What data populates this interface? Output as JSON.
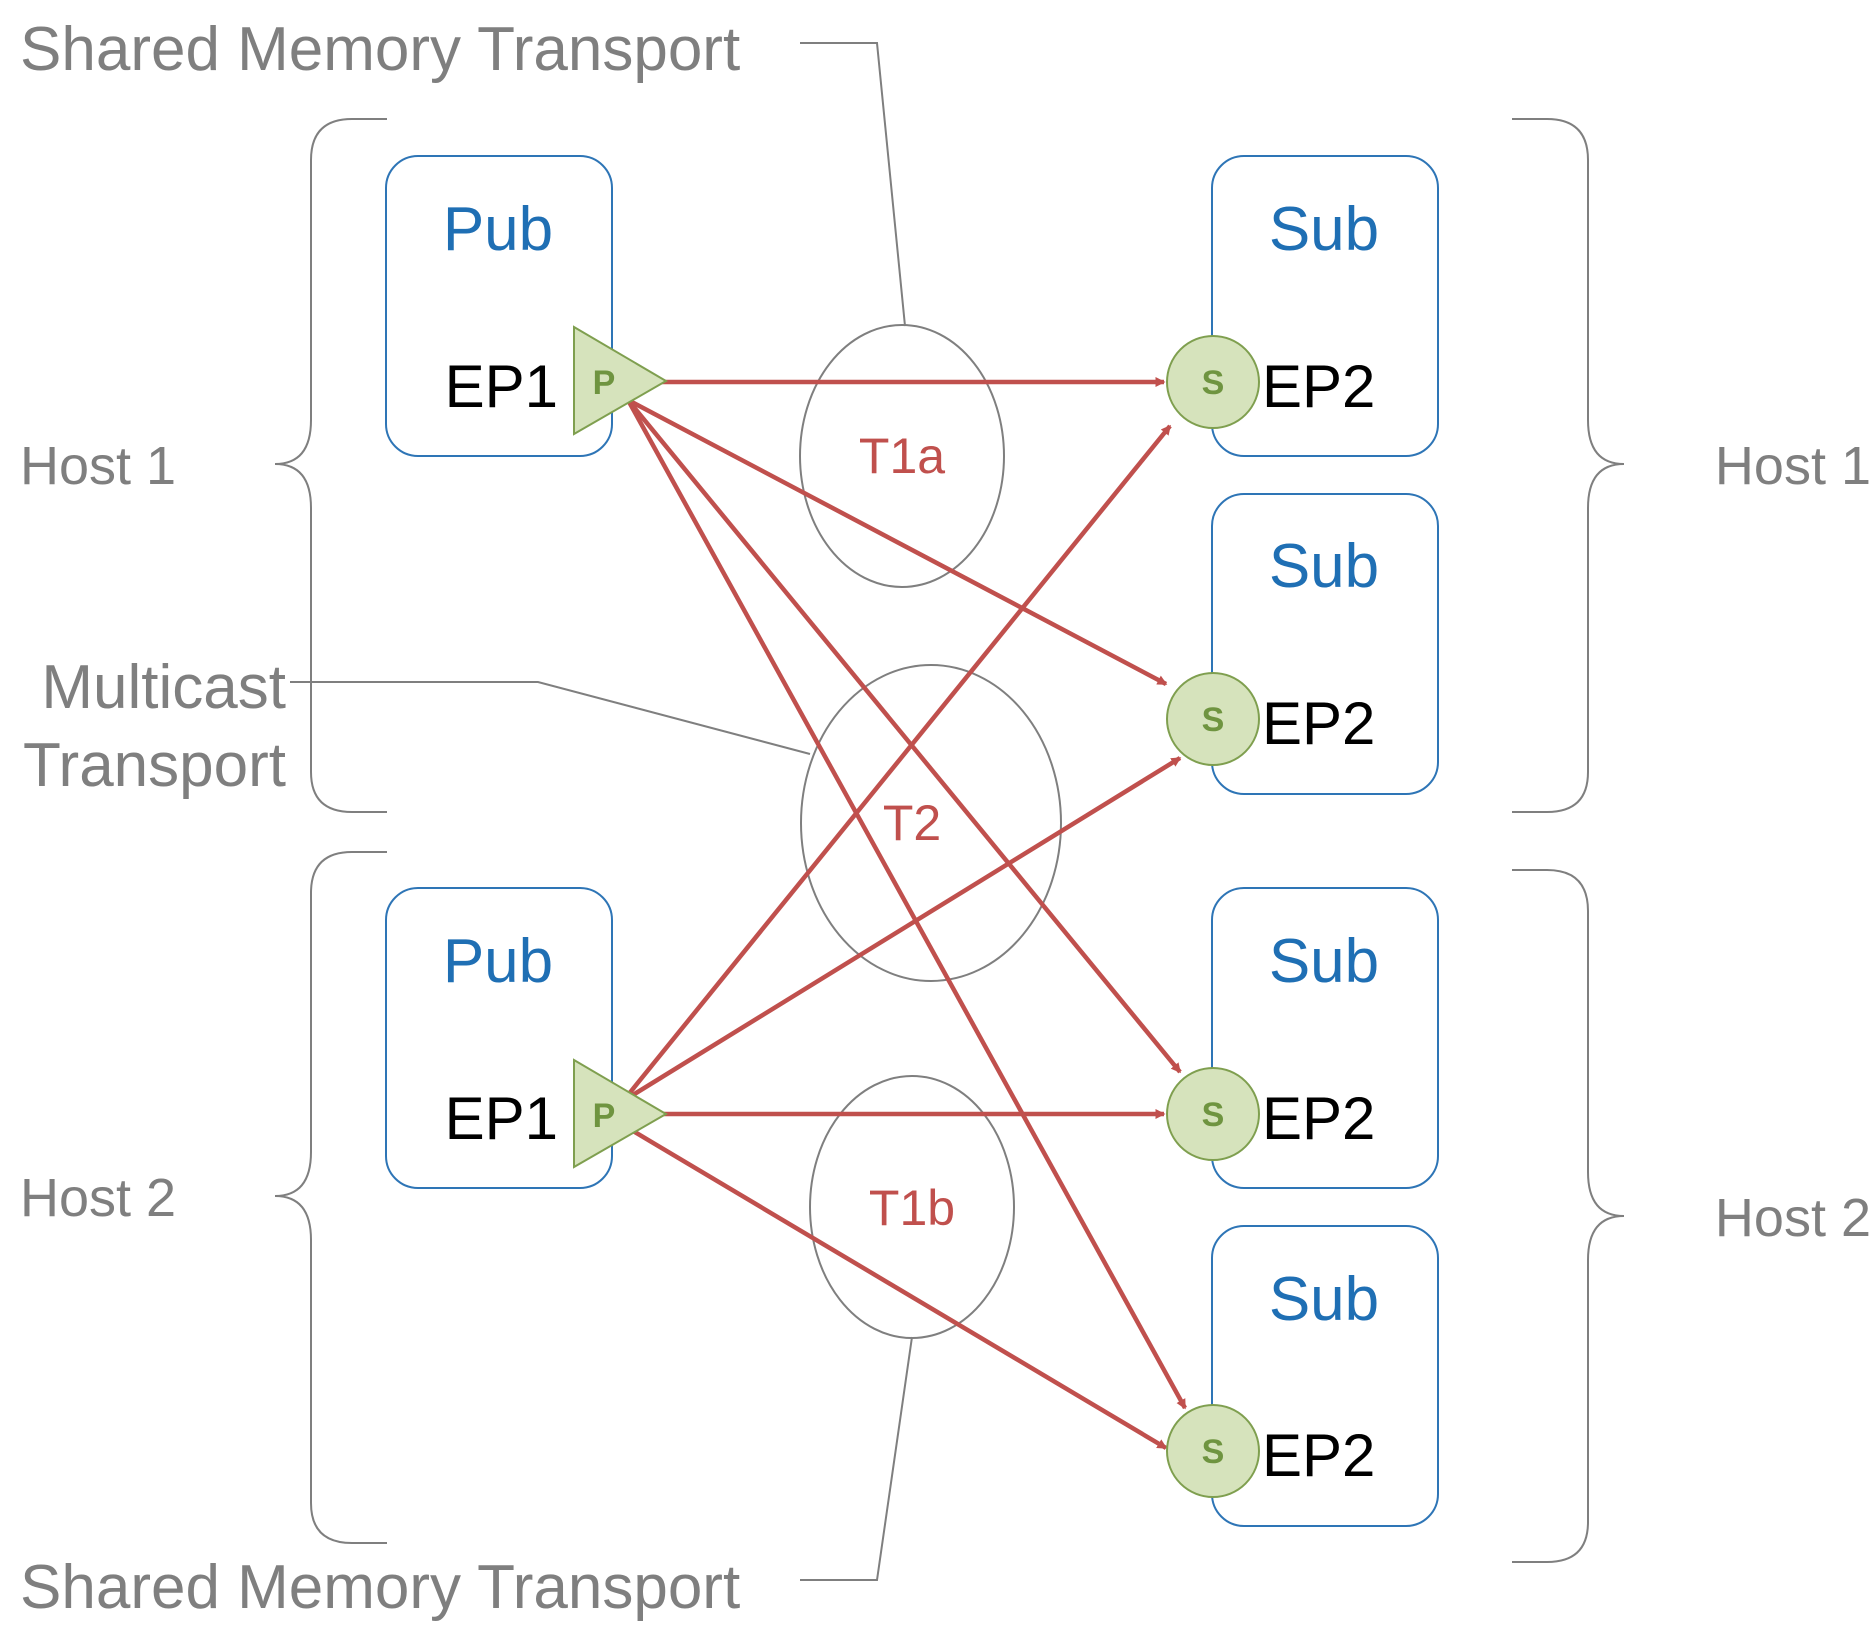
{
  "callouts": {
    "shared_memory_top": "Shared Memory Transport",
    "multicast_line1": "Multicast",
    "multicast_line2": "Transport",
    "shared_memory_bottom": "Shared Memory Transport"
  },
  "hosts": {
    "left_host1": "Host 1",
    "left_host2": "Host 2",
    "right_host1": "Host 1",
    "right_host2": "Host 2"
  },
  "publishers": [
    {
      "title": "Pub",
      "endpoint": "EP1",
      "marker": "P"
    },
    {
      "title": "Pub",
      "endpoint": "EP1",
      "marker": "P"
    }
  ],
  "subscribers": [
    {
      "title": "Sub",
      "endpoint": "EP2",
      "marker": "S"
    },
    {
      "title": "Sub",
      "endpoint": "EP2",
      "marker": "S"
    },
    {
      "title": "Sub",
      "endpoint": "EP2",
      "marker": "S"
    },
    {
      "title": "Sub",
      "endpoint": "EP2",
      "marker": "S"
    }
  ],
  "transports": {
    "t1a": "T1a",
    "t2": "T2",
    "t1b": "T1b"
  },
  "colors": {
    "box_border": "#2e75b6",
    "pubsub_title": "#1f6fb4",
    "arrow": "#c0504d",
    "transport_label": "#c0504d",
    "node_fill": "#d6e3bc",
    "node_stroke": "#7f9f4f",
    "node_letter": "#6f9440",
    "gray": "#7f7f7f"
  }
}
